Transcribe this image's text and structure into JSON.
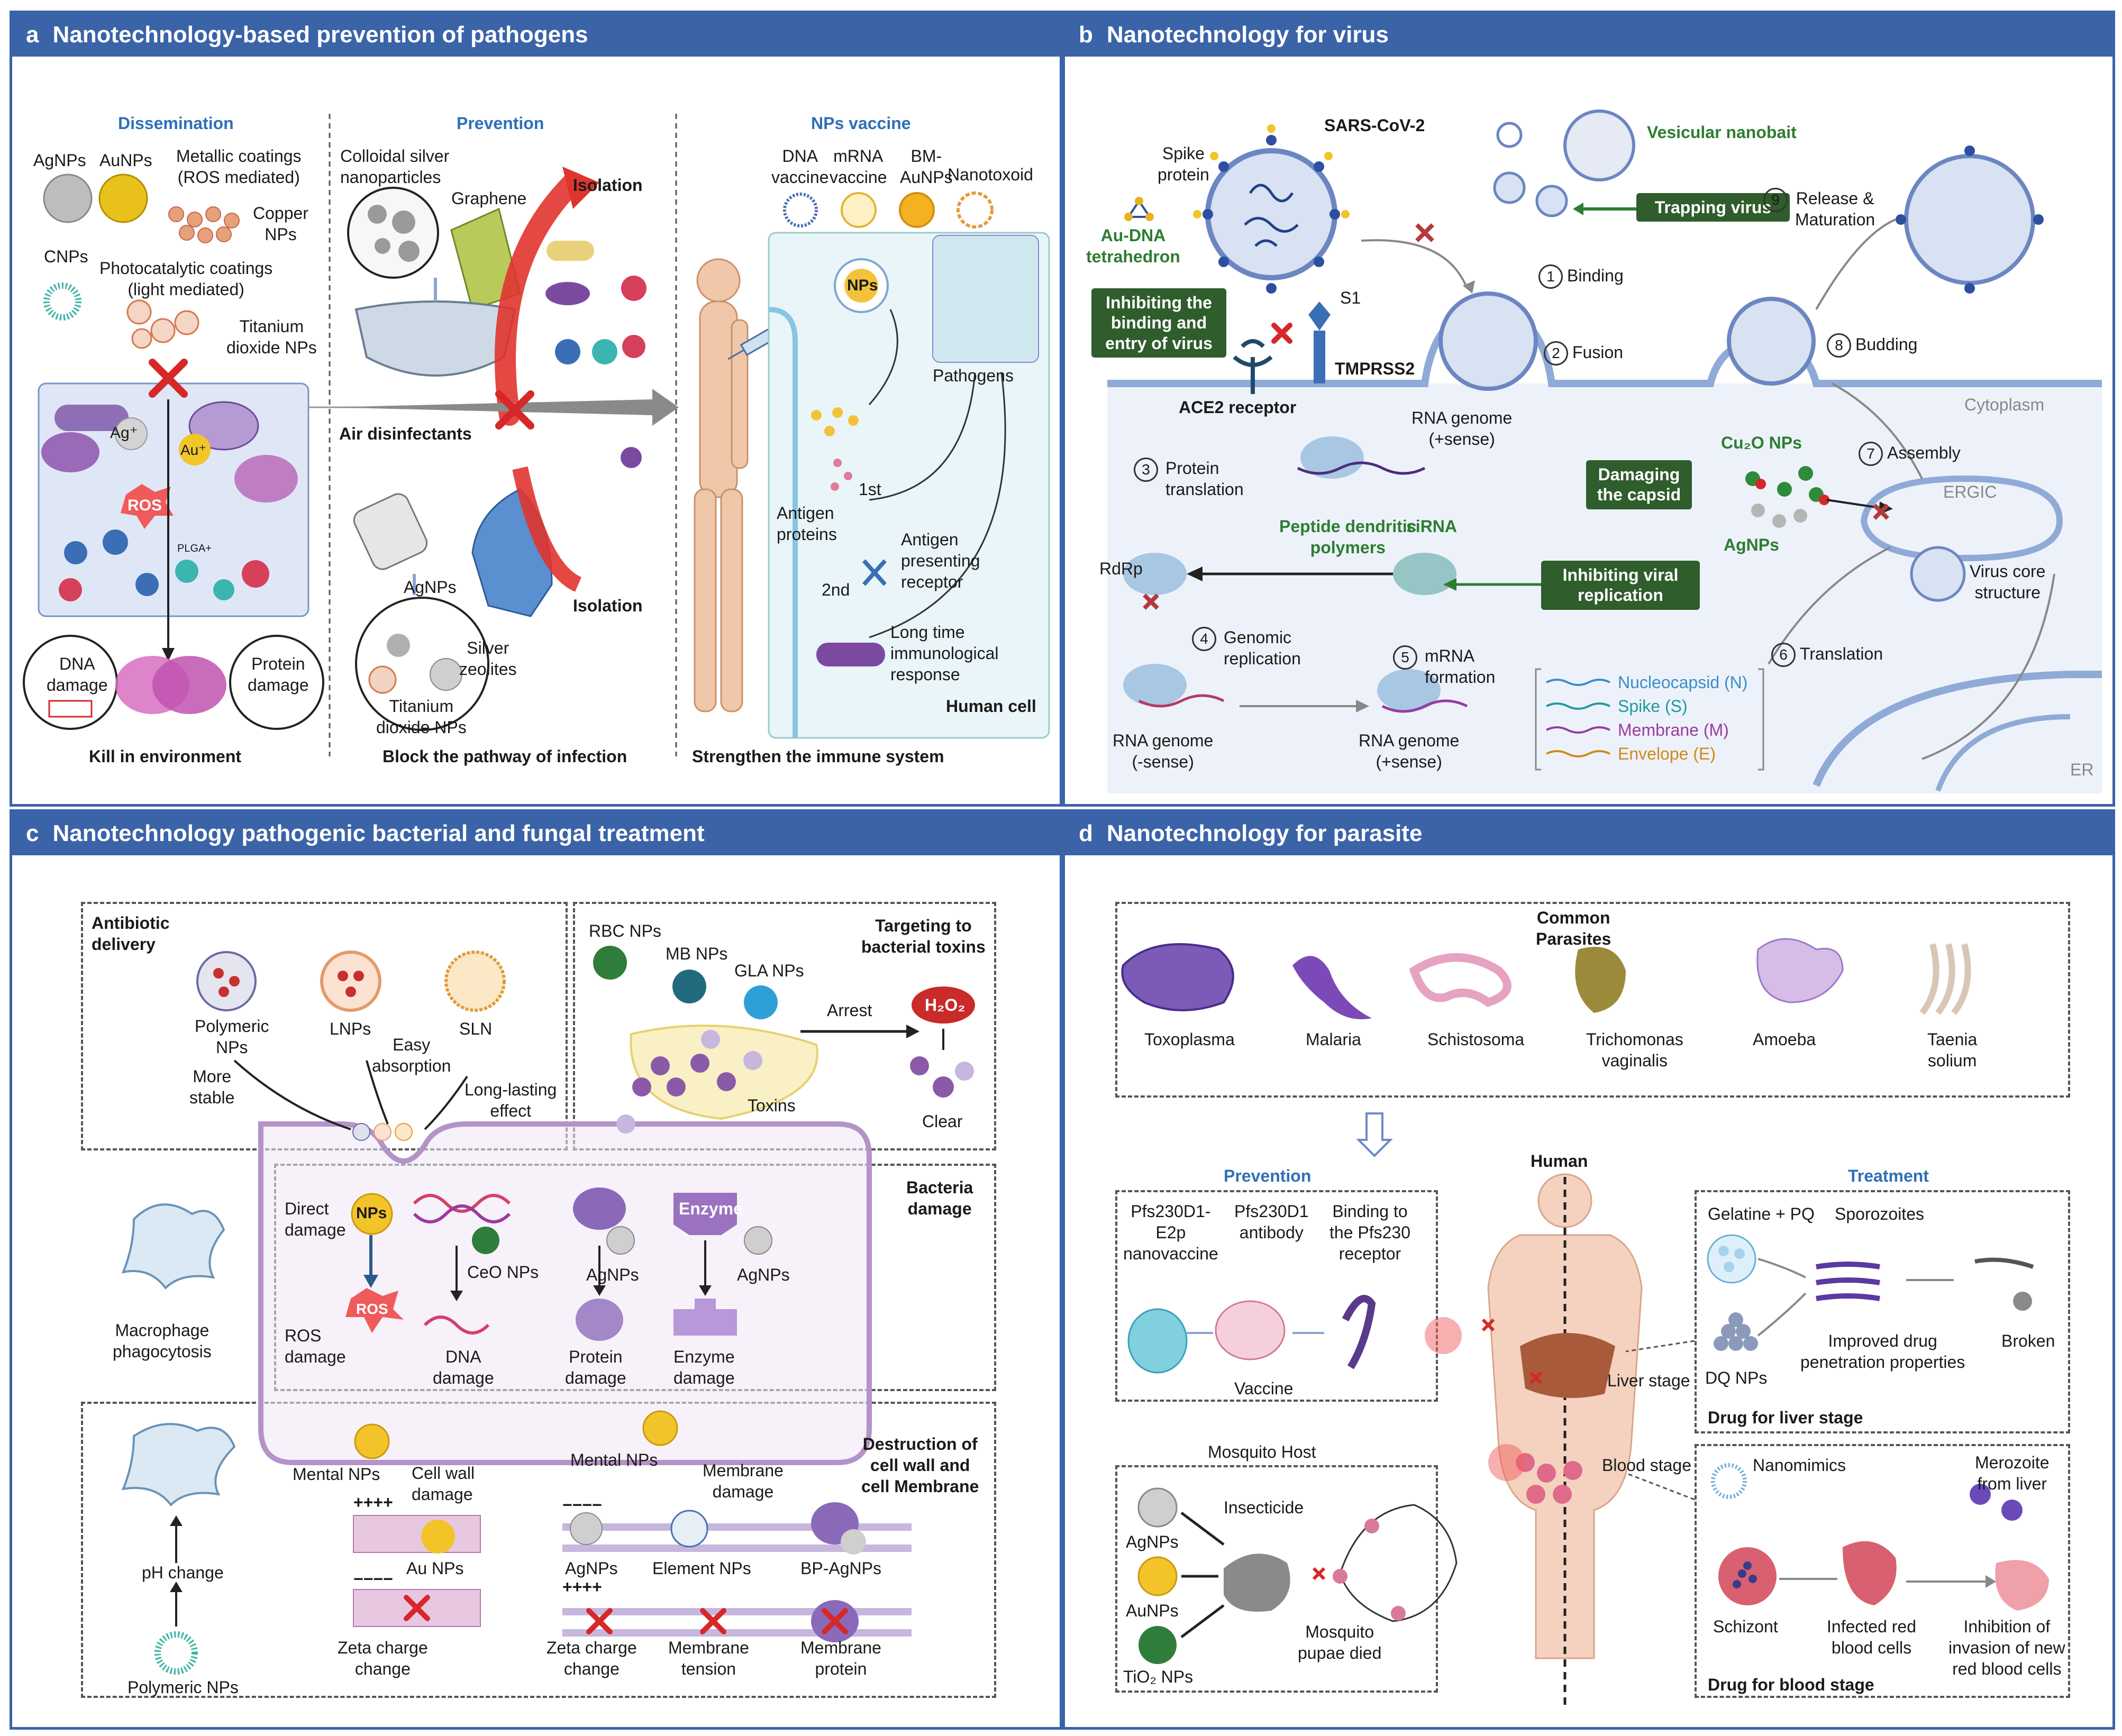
{
  "panels": {
    "a": {
      "letter": "a",
      "title": "Nanotechnology-based prevention of pathogens",
      "dissemination": "Dissemination",
      "prevention": "Prevention",
      "nps_vaccine": "NPs vaccine",
      "agnps": "AgNPs",
      "aunps": "AuNPs",
      "metallic_coatings": "Metallic coatings\n(ROS mediated)",
      "copper_nps": "Copper\nNPs",
      "cnps": "CNPs",
      "photocatalytic": "Photocatalytic coatings\n(light mediated)",
      "titanium_nps": "Titanium\ndioxide NPs",
      "ag_ion": "Ag⁺",
      "au_ion": "Au⁺",
      "ros": "ROS",
      "plga": "PLGA+",
      "dna_damage": "DNA\ndamage",
      "protein_damage": "Protein\ndamage",
      "kill_env": "Kill in environment",
      "colloidal_silver": "Colloidal silver\nnanoparticles",
      "graphene": "Graphene",
      "isolation_top": "Isolation",
      "air_disinfectants": "Air disinfectants",
      "isolation_bottom": "Isolation",
      "agnps2": "AgNPs",
      "silver_zeolites": "Silver\nzeolites",
      "titanium_nps2": "Titanium\ndioxide NPs",
      "block_pathway": "Block the pathway of infection",
      "dna_vaccine": "DNA\nvaccine",
      "mrna_vaccine": "mRNA\nvaccine",
      "bm_aunps": "BM-\nAuNPs",
      "nanotoxoid": "Nanotoxoid",
      "nps": "NPs",
      "pathogens": "Pathogens",
      "first": "1st",
      "antigen_proteins": "Antigen\nproteins",
      "antigen_receptor": "Antigen\npresenting\nreceptor",
      "second": "2nd",
      "long_time": "Long time\nimmunological\nresponse",
      "human_cell": "Human cell",
      "strengthen": "Strengthen the immune system"
    },
    "b": {
      "letter": "b",
      "title": "Nanotechnology for virus",
      "sars": "SARS-CoV-2",
      "spike_protein": "Spike\nprotein",
      "au_dna": "Au-DNA\ntetrahedron",
      "s1": "S1",
      "vesicular_nanobait": "Vesicular nanobait",
      "trapping_virus": "Trapping virus",
      "inhibiting_binding": "Inhibiting the\nbinding and\nentry of virus",
      "tmprss2": "TMPRSS2",
      "ace2": "ACE2 receptor",
      "step1": "Binding",
      "step2": "Fusion",
      "step3": "Protein\ntranslation",
      "step4": "Genomic\nreplication",
      "step5": "mRNA\nformation",
      "step6": "Translation",
      "step7": "Assembly",
      "step8": "Budding",
      "step9": "Release &\nMaturation",
      "rna_genome_pos_top": "RNA genome\n(+sense)",
      "cytoplasm": "Cytoplasm",
      "cu2o": "Cu₂O NPs",
      "damaging_capsid": "Damaging\nthe capsid",
      "agnps": "AgNPs",
      "ergic": "ERGIC",
      "virus_core": "Virus core\nstructure",
      "rdrp": "RdRp",
      "peptide": "Peptide dendritic\npolymers",
      "sirna": "siRNA",
      "inhibiting_replication": "Inhibiting viral\nreplication",
      "rna_genome_neg": "RNA genome\n(-sense)",
      "rna_genome_pos": "RNA genome\n(+sense)",
      "legend_n": "Nucleocapsid (N)",
      "legend_s": "Spike (S)",
      "legend_m": "Membrane (M)",
      "legend_e": "Envelope (E)",
      "er": "ER",
      "colors": {
        "n": "#3a8ec8",
        "s": "#1f9aa0",
        "m": "#9b3aa0",
        "e": "#d08a1a"
      }
    },
    "c": {
      "letter": "c",
      "title": "Nanotechnology pathogenic bacterial and fungal treatment",
      "antibiotic_delivery": "Antibiotic\ndelivery",
      "polymeric_nps": "Polymeric\nNPs",
      "lnps": "LNPs",
      "sln": "SLN",
      "more_stable": "More\nstable",
      "easy_absorption": "Easy\nabsorption",
      "long_lasting": "Long-lasting\neffect",
      "targeting_toxins": "Targeting to\nbacterial toxins",
      "rbc_nps": "RBC NPs",
      "mb_nps": "MB NPs",
      "gla_nps": "GLA NPs",
      "arrest": "Arrest",
      "h2o2": "H₂O₂",
      "toxins": "Toxins",
      "clear": "Clear",
      "bacteria_damage": "Bacteria\ndamage",
      "direct_damage": "Direct\ndamage",
      "nps": "NPs",
      "ceo_nps": "CeO NPs",
      "agnps_a": "AgNPs",
      "enzyme": "Enzyme",
      "agnps_b": "AgNPs",
      "ros_damage": "ROS\ndamage",
      "ros": "ROS",
      "dna_damage": "DNA\ndamage",
      "protein_damage": "Protein\ndamage",
      "enzyme_damage": "Enzyme\ndamage",
      "macrophage": "Macrophage\nphagocytosis",
      "ph_change": "pH change",
      "polymeric_nps2": "Polymeric NPs",
      "mental_nps_a": "Mental NPs",
      "cell_wall_damage": "Cell wall\ndamage",
      "au_nps": "Au NPs",
      "zeta_a": "Zeta charge\nchange",
      "mental_nps_b": "Mental NPs",
      "membrane_damage": "Membrane\ndamage",
      "destruction": "Destruction of\ncell wall and\ncell Membrane",
      "agnps_c": "AgNPs",
      "element_nps": "Element NPs",
      "bp_agnps": "BP-AgNPs",
      "zeta_b": "Zeta charge\nchange",
      "membrane_tension": "Membrane\ntension",
      "membrane_protein": "Membrane\nprotein",
      "plus": "++++",
      "minus": "−−−−"
    },
    "d": {
      "letter": "d",
      "title": "Nanotechnology for parasite",
      "common_parasites": "Common\nParasites",
      "parasites": [
        {
          "name": "Toxoplasma"
        },
        {
          "name": "Malaria"
        },
        {
          "name": "Schistosoma"
        },
        {
          "name": "Trichomonas\nvaginalis"
        },
        {
          "name": "Amoeba"
        },
        {
          "name": "Taenia\nsolium"
        }
      ],
      "human": "Human",
      "prevention": "Prevention",
      "treatment": "Treatment",
      "pfs_vaccine": "Pfs230D1-\nE2p\nnanovaccine",
      "pfs_antibody": "Pfs230D1\nantibody",
      "binding_receptor": "Binding to\nthe Pfs230\nreceptor",
      "vaccine": "Vaccine",
      "liver_stage": "Liver stage",
      "blood_stage": "Blood stage",
      "gelatine": "Gelatine + PQ",
      "sporozoites": "Sporozoites",
      "dq_nps": "DQ NPs",
      "improved": "Improved drug\npenetration properties",
      "broken": "Broken",
      "drug_liver": "Drug for liver stage",
      "mosquito_host": "Mosquito Host",
      "agnps": "AgNPs",
      "insecticide": "Insecticide",
      "aunps": "AuNPs",
      "tio2": "TiO₂ NPs",
      "pupae_died": "Mosquito\npupae died",
      "nanomimics": "Nanomimics",
      "merozoite": "Merozoite\nfrom liver",
      "schizont": "Schizont",
      "infected_rbc": "Infected red\nblood cells",
      "inhibition": "Inhibition of\ninvasion of new\nred blood cells",
      "drug_blood": "Drug for blood stage"
    }
  },
  "colors": {
    "header": "#3a63a8",
    "green_box": "#2f5d2c",
    "red_x": "#d62828",
    "blue_label": "#2f6fb8"
  }
}
